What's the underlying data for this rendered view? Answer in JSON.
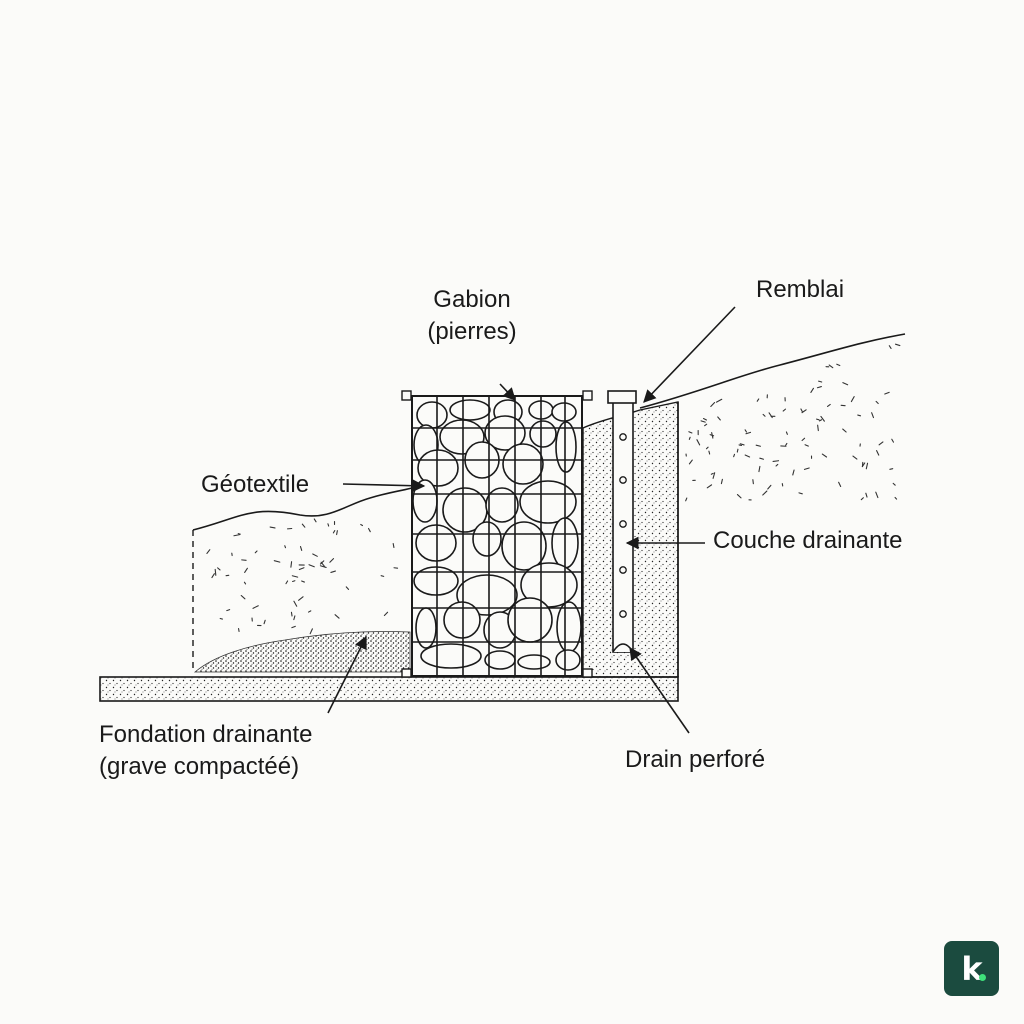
{
  "labels": {
    "gabion_line1": "Gabion",
    "gabion_line2": "(pierres)",
    "remblai": "Remblai",
    "geotextile": "Géotextile",
    "couche": "Couche drainante",
    "fondation_line1": "Fondation drainante",
    "fondation_line2": "(grave compactéé)",
    "drain": "Drain perforé"
  },
  "logo": {
    "text": "k",
    "dot_color": "#3ee07a"
  },
  "colors": {
    "ink": "#1a1a1a",
    "background": "#fbfbf9",
    "logo_bg": "#1b4b3f"
  }
}
